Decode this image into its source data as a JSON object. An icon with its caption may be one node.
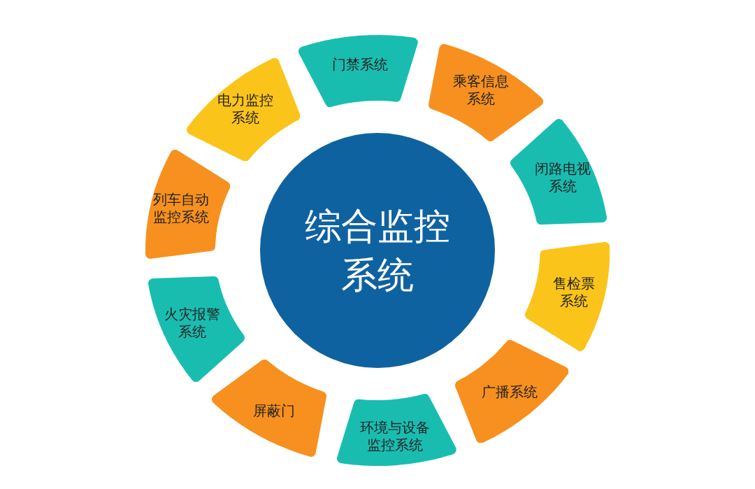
{
  "diagram": {
    "nodes": [
      {
        "text": [
          "综合监控系统"
        ]
      },
      {
        "text": [
          "门禁系统"
        ]
      },
      {
        "text": [
          "乘客信息系统"
        ]
      },
      {
        "text": [
          "闭路电视系统"
        ]
      },
      {
        "text": [
          "售检票系统"
        ]
      },
      {
        "text": [
          "广播系统"
        ]
      },
      {
        "text": [
          "环境与设备监控系统"
        ]
      },
      {
        "text": [
          "屏蔽门"
        ]
      },
      {
        "text": [
          "火灾报警系统"
        ]
      },
      {
        "text": [
          "列车自动监控系统"
        ]
      },
      {
        "text": [
          "电力监控系统"
        ]
      }
    ]
  }
}
